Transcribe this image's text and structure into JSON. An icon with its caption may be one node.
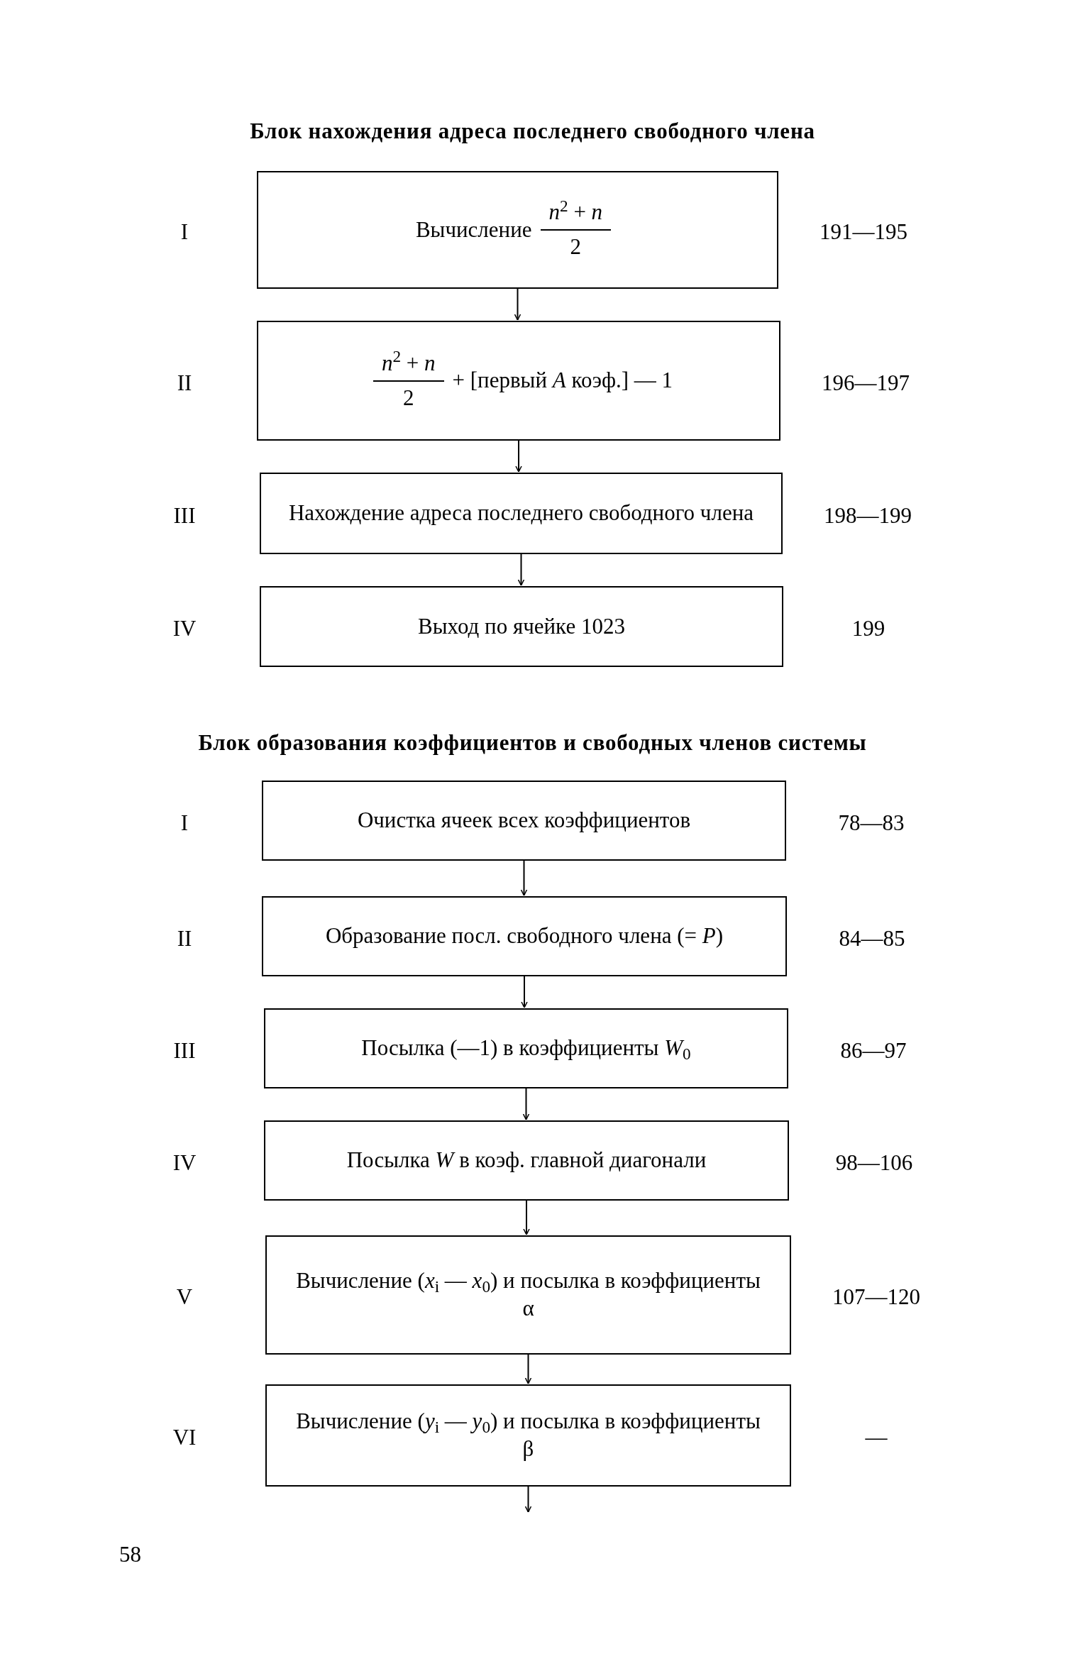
{
  "diagram": {
    "title": "Блок нахождения адреса последнего свободного члена",
    "nodes": [
      {
        "text": [
          "Вычисление",
          "*n*$^{2}$ + *n*",
          "2"
        ],
        "beside": [
          "I",
          "191—195"
        ]
      },
      {
        "text": [
          "*n*$^{2}$ + *n*",
          "2",
          "+ [первый *A* коэф.] — 1"
        ],
        "beside": [
          "II",
          "196—197"
        ]
      },
      {
        "text": [
          "Нахождение адреса последнего свободного члена"
        ],
        "beside": [
          "III",
          "198—199"
        ]
      },
      {
        "text": [
          "Выход по ячейке 1023"
        ],
        "beside": [
          "IV",
          "199"
        ]
      },
      {
        "text": [
          "Очистка ячеек всех коэффициентов"
        ],
        "beside": [
          "I",
          "78—83"
        ]
      },
      {
        "text": [
          "Образование посл. свободного члена (= *P*)"
        ],
        "beside": [
          "II",
          "84—85"
        ]
      },
      {
        "text": [
          "Посылка (—1) в коэффициенты *W*$_{0}$"
        ],
        "beside": [
          "III",
          "86—97"
        ]
      },
      {
        "text": [
          "Посылка *W* в коэф. главной диагонали"
        ],
        "beside": [
          "IV",
          "98—106"
        ]
      },
      {
        "text": [
          "Вычисление (*x*$_{i}$ — *x*$_{0}$) и посылка в коэффициенты α"
        ],
        "beside": [
          "V",
          "107—120"
        ]
      },
      {
        "text": [
          "Вычисление (*y*$_{i}$ — *y*$_{0}$) и посылка в коэффициенты β"
        ],
        "beside": [
          "VI",
          "—"
        ]
      }
    ],
    "edges": [
      {
        "from": 0,
        "to": 1,
        "arrow": "to"
      },
      {
        "from": 1,
        "to": 2,
        "arrow": "to"
      },
      {
        "from": 2,
        "to": 3,
        "arrow": "to"
      },
      {
        "from": 4,
        "to": 5,
        "arrow": "to"
      },
      {
        "from": 5,
        "to": 6,
        "arrow": "to"
      },
      {
        "from": 6,
        "to": 7,
        "arrow": "to"
      },
      {
        "from": 7,
        "to": 8,
        "arrow": "to"
      },
      {
        "from": 8,
        "to": 9,
        "arrow": "to"
      },
      {
        "from": 9,
        "to": null,
        "arrow": "to"
      }
    ],
    "labels": [
      "Блок образования коэффициентов и свободных членов системы",
      "58"
    ]
  }
}
